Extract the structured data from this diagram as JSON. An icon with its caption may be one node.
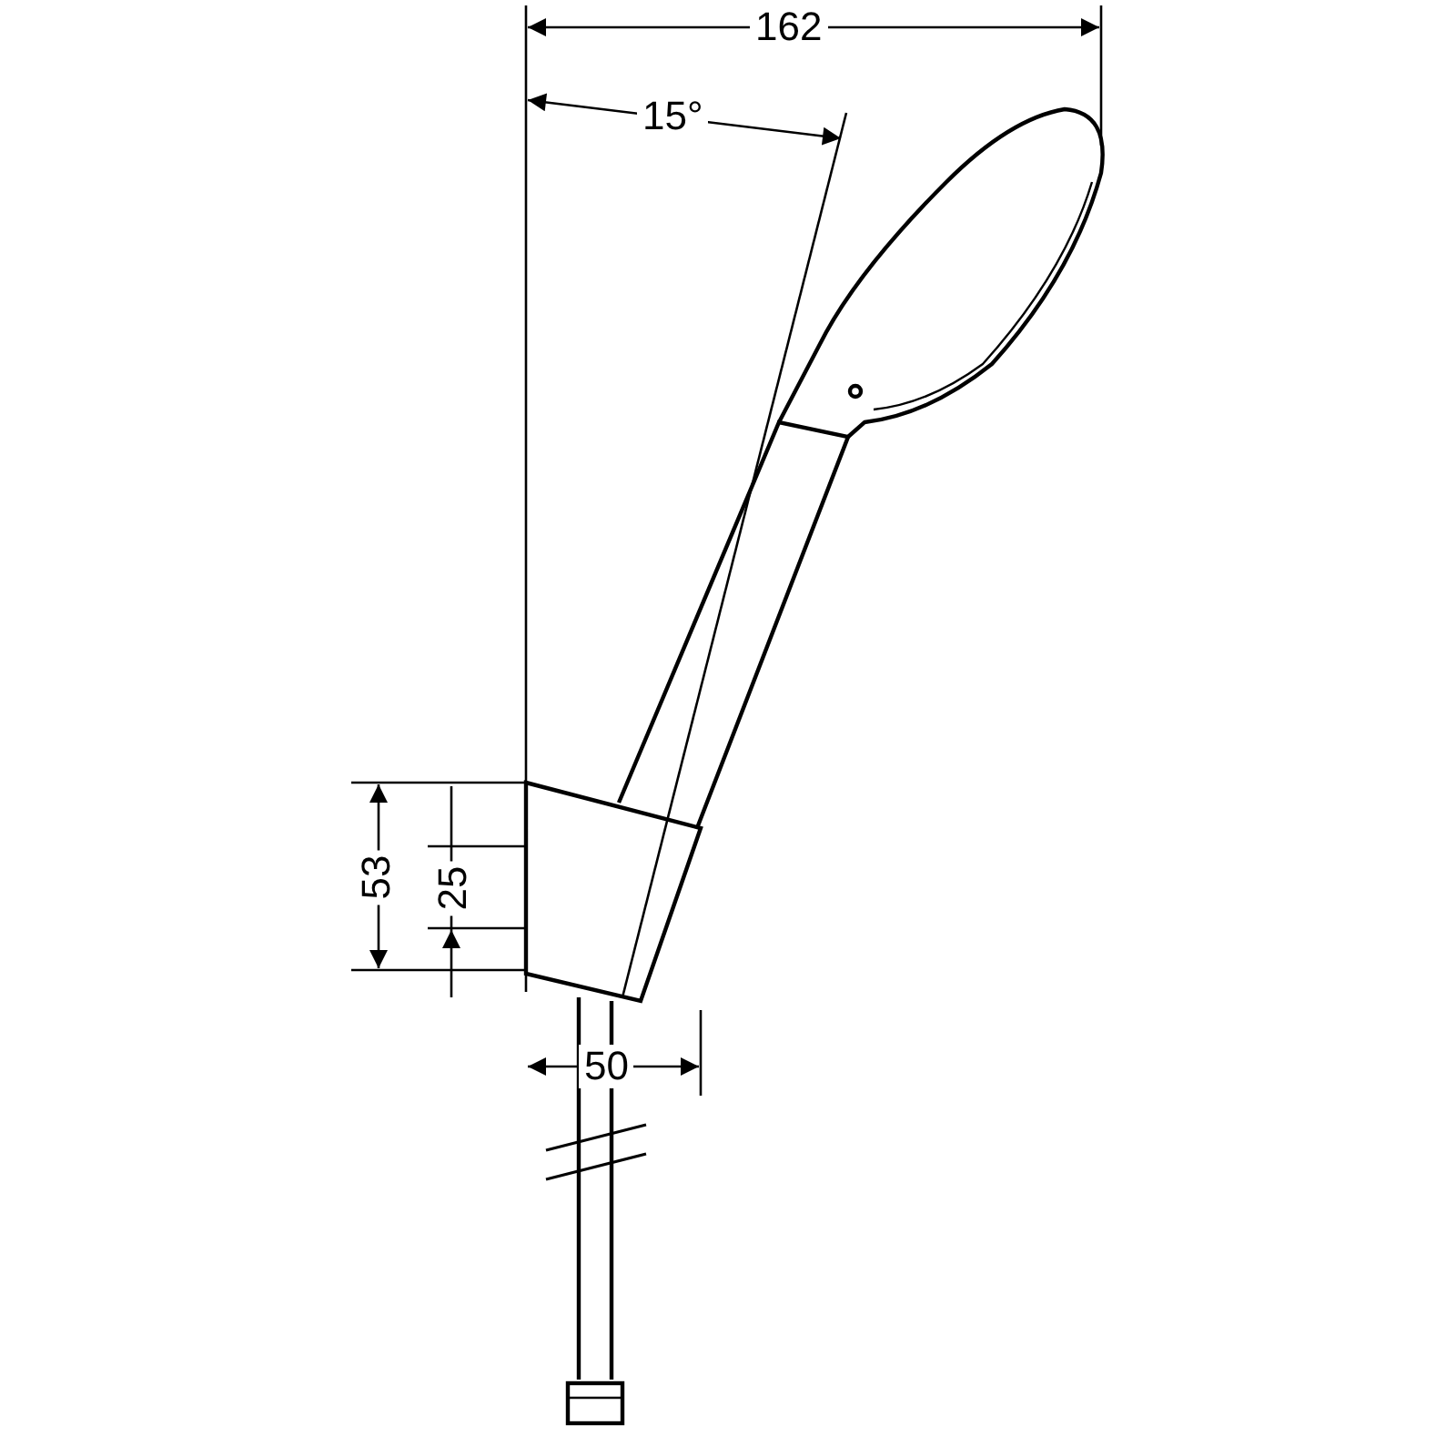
{
  "diagram": {
    "labels": [
      "162",
      "15°",
      "53",
      "25",
      "50"
    ]
  }
}
